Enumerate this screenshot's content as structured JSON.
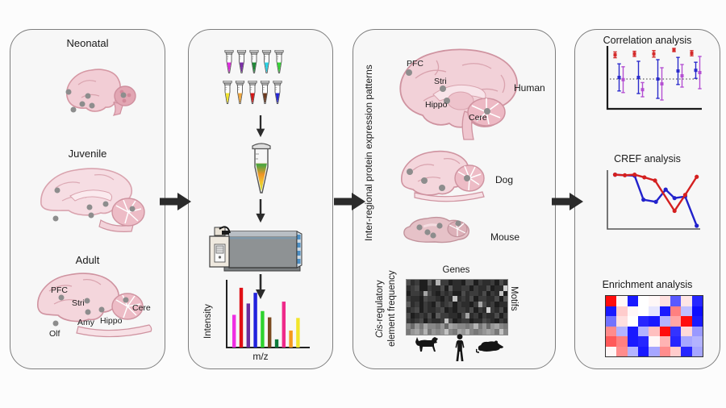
{
  "panel_ages": {
    "neonatal_label": "Neonatal",
    "juvenile_label": "Juvenile",
    "adult_label": "Adult",
    "adult_regions": {
      "pfc": "PFC",
      "stri": "Stri",
      "amy": "Amy",
      "hippo": "Hippo",
      "cere": "Cere",
      "olf": "Olf"
    }
  },
  "panel_prep": {
    "tube_colors_row1": [
      "#dd2fdd",
      "#7b2fa8",
      "#1e8a37",
      "#2bd4e6",
      "#38d438"
    ],
    "tube_colors_row2": [
      "#f0e32b",
      "#f0a83e",
      "#d41616",
      "#6d3a1f",
      "#2626d2"
    ],
    "pooled_tube_gradient": [
      "#35a845",
      "#ef9426",
      "#f3c52c",
      "#cfe02e"
    ],
    "spectrum": {
      "ylabel": "Intensity",
      "xlabel": "m/z",
      "bar_colors": [
        "#ee2ee2",
        "#e01016",
        "#6a2ea0",
        "#2222dd",
        "#2ed32e",
        "#7a4a20",
        "#0e7a3a",
        "#ee2a8a",
        "#f5991e",
        "#f2e52a"
      ],
      "bar_heights": [
        0.52,
        0.95,
        0.7,
        0.87,
        0.58,
        0.48,
        0.13,
        0.73,
        0.27,
        0.47
      ]
    }
  },
  "panel_patterns": {
    "side_label": "Inter-regional protein expression patterns",
    "human_regions": {
      "pfc": "PFC",
      "stri": "Stri",
      "hippo": "Hippo",
      "cere": "Cere"
    },
    "species_labels": {
      "human": "Human",
      "dog": "Dog",
      "mouse": "Mouse"
    },
    "cre_heatmap": {
      "top_label": "Genes",
      "right_label": "Motifs",
      "left_label_line1_italic": "Cis",
      "left_label_line1_rest": "-regulatory",
      "left_label_line2": "element frequency",
      "rows": [
        "4231152b3312214413223142",
        "23411322415223313224122d",
        "1332a42132311423324132c1",
        "32214332132c232413322415",
        "52313214234132213a423122",
        "2341322341213324132d3241",
        "41232415332214a231322413",
        "323413223c41233122432132",
        "8697a88796a98878b7969a87",
        "79a8b7989c87a9b8789a97c8"
      ]
    }
  },
  "panel_analysis": {
    "correlation": {
      "title": "Correlation analysis",
      "series_colors": {
        "red": "#d42a2a",
        "blue": "#2b2bcc",
        "purple": "#b44fd2"
      },
      "zero_line": "dotted",
      "groups": [
        {
          "red": {
            "v": 0.75,
            "e": 0.09
          },
          "blue": {
            "v": 0.05,
            "e": 0.42
          },
          "purple": {
            "v": -0.02,
            "e": 0.4
          }
        },
        {
          "red": {
            "v": 0.78,
            "e": 0.08
          },
          "blue": {
            "v": 0.05,
            "e": 0.5
          },
          "purple": {
            "v": -0.33,
            "e": 0.22
          }
        },
        {
          "red": {
            "v": 0.78,
            "e": 0.1
          },
          "blue": {
            "v": 0.0,
            "e": 0.6
          },
          "purple": {
            "v": -0.15,
            "e": 0.5
          }
        },
        {
          "red": {
            "v": 0.9,
            "e": 0.05
          },
          "blue": {
            "v": 0.25,
            "e": 0.42
          },
          "purple": {
            "v": 0.1,
            "e": 0.35
          }
        },
        {
          "red": {
            "v": 0.8,
            "e": 0.08
          },
          "blue": {
            "v": 0.27,
            "e": 0.25
          },
          "purple": {
            "v": 0.2,
            "e": 0.5
          }
        }
      ]
    },
    "cref": {
      "title": "CREF analysis",
      "line_colors": {
        "red": "#d42020",
        "blue": "#2222cc"
      },
      "red_points": [
        [
          0.05,
          0.04
        ],
        [
          0.16,
          0.05
        ],
        [
          0.27,
          0.04
        ],
        [
          0.38,
          0.09
        ],
        [
          0.5,
          0.15
        ],
        [
          0.72,
          0.72
        ],
        [
          0.84,
          0.42
        ],
        [
          0.97,
          0.08
        ]
      ],
      "blue_points": [
        [
          0.05,
          0.04
        ],
        [
          0.27,
          0.06
        ],
        [
          0.37,
          0.51
        ],
        [
          0.51,
          0.55
        ],
        [
          0.62,
          0.32
        ],
        [
          0.72,
          0.48
        ],
        [
          0.84,
          0.45
        ],
        [
          0.97,
          1.0
        ]
      ]
    },
    "enrichment": {
      "title": "Enrichment analysis",
      "palette": {
        "positive": "#ff0000",
        "negative": "#1e1eff",
        "mid": "#ffffff"
      },
      "values": [
        [
          0.95,
          0.03,
          -0.9,
          0.0,
          0.03,
          0.12,
          -0.65,
          0.1,
          -0.85
        ],
        [
          -0.9,
          0.2,
          0.03,
          0.0,
          -0.1,
          -0.9,
          0.5,
          -0.25,
          -0.95
        ],
        [
          -0.55,
          0.12,
          0.0,
          -0.85,
          -0.9,
          -0.3,
          0.35,
          0.95,
          -0.9
        ],
        [
          0.45,
          -0.3,
          -0.9,
          -0.3,
          0.25,
          0.95,
          -0.8,
          0.15,
          -0.4
        ],
        [
          0.65,
          0.5,
          -0.9,
          -0.85,
          0.03,
          0.3,
          -0.85,
          -0.35,
          -0.3
        ],
        [
          0.03,
          0.45,
          -0.3,
          -0.9,
          -0.35,
          0.45,
          0.2,
          -0.85,
          -0.35
        ]
      ]
    }
  }
}
